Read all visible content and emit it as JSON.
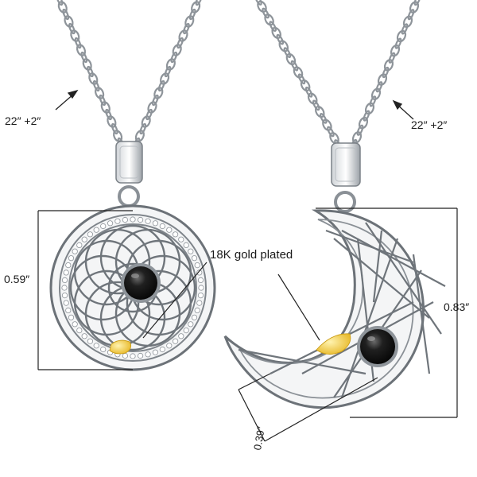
{
  "labels": {
    "left_chain_length": "22″ +2″",
    "right_chain_length": "22″ +2″",
    "sun_pendant_height": "0.59″",
    "moon_pendant_height": "0.83″",
    "moon_pendant_width": "0.39″",
    "gold_note": "18K gold plated"
  },
  "colors": {
    "silver": "#9aa0a6",
    "silver_dark": "#55595e",
    "stone": "#141414",
    "gold": "#f4c430",
    "text": "#1a1a1a"
  }
}
